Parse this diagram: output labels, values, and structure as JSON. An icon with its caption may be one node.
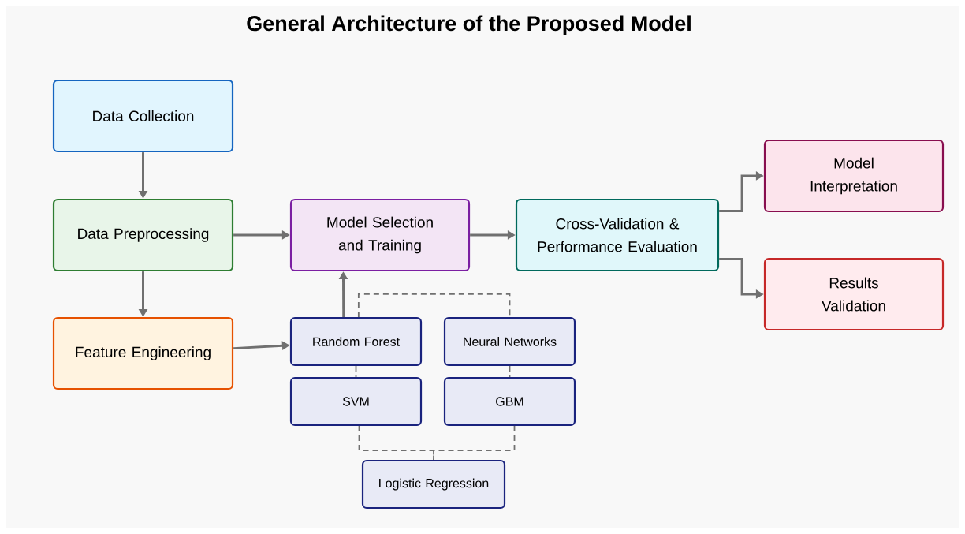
{
  "diagram": {
    "title": "General Architecture of the Proposed Model",
    "nodes": [
      {
        "text": [
          "Data Collection"
        ]
      },
      {
        "text": [
          "Data Preprocessing"
        ]
      },
      {
        "text": [
          "Feature Engineering"
        ]
      },
      {
        "text": [
          "Model Selection and Training"
        ]
      },
      {
        "text": [
          "Cross-Validation & Performance Evaluation"
        ]
      },
      {
        "text": [
          "Model Interpretation"
        ]
      },
      {
        "text": [
          "Results Validation"
        ]
      },
      {
        "text": [
          "Random Forest"
        ]
      },
      {
        "text": [
          "Neural Networks"
        ]
      },
      {
        "text": [
          "SVM"
        ]
      },
      {
        "text": [
          "GBM"
        ]
      },
      {
        "text": [
          "Logistic Regression"
        ]
      }
    ],
    "edges": [
      {
        "from": 0,
        "to": 1,
        "arrow": "to"
      },
      {
        "from": 1,
        "to": 3,
        "arrow": "to"
      },
      {
        "from": 1,
        "to": 2,
        "arrow": "to"
      },
      {
        "from": 2,
        "to": 7,
        "arrow": "to"
      },
      {
        "from": 7,
        "to": 3,
        "arrow": "to"
      },
      {
        "from": 3,
        "to": 4,
        "arrow": "to"
      },
      {
        "from": 4,
        "to": 5,
        "arrow": "to"
      },
      {
        "from": 4,
        "to": 6,
        "arrow": "to"
      },
      {
        "from": 7,
        "to": 8,
        "arrow": "none",
        "style": "dashed"
      },
      {
        "from": 7,
        "to": 9,
        "arrow": "none",
        "style": "dashed"
      },
      {
        "from": 8,
        "to": 10,
        "arrow": "none",
        "style": "dashed"
      },
      {
        "from": 9,
        "to": 11,
        "arrow": "none",
        "style": "dashed"
      },
      {
        "from": 10,
        "to": 11,
        "arrow": "none",
        "style": "dashed"
      }
    ]
  }
}
